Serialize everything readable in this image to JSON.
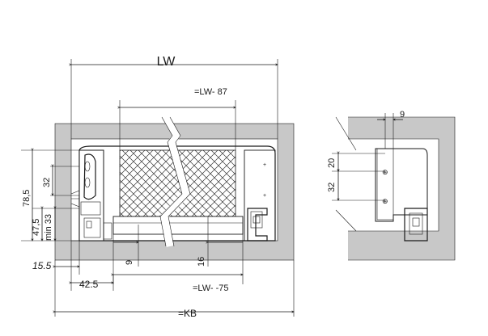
{
  "labels": {
    "lw": "LW",
    "lw_minus_87": "=LW- 87",
    "lw_minus_75": "=LW- -75",
    "kb": "=KB",
    "d9_top_right": "9",
    "d20": "20",
    "d32_right": "32",
    "d78_5": "78,5",
    "d32_left": "32",
    "d47_5": "47,5",
    "dmin33": "min 33",
    "d15_5": "15.5",
    "d42_5": "42.5",
    "d9_bottom": "9",
    "d16": "16"
  }
}
